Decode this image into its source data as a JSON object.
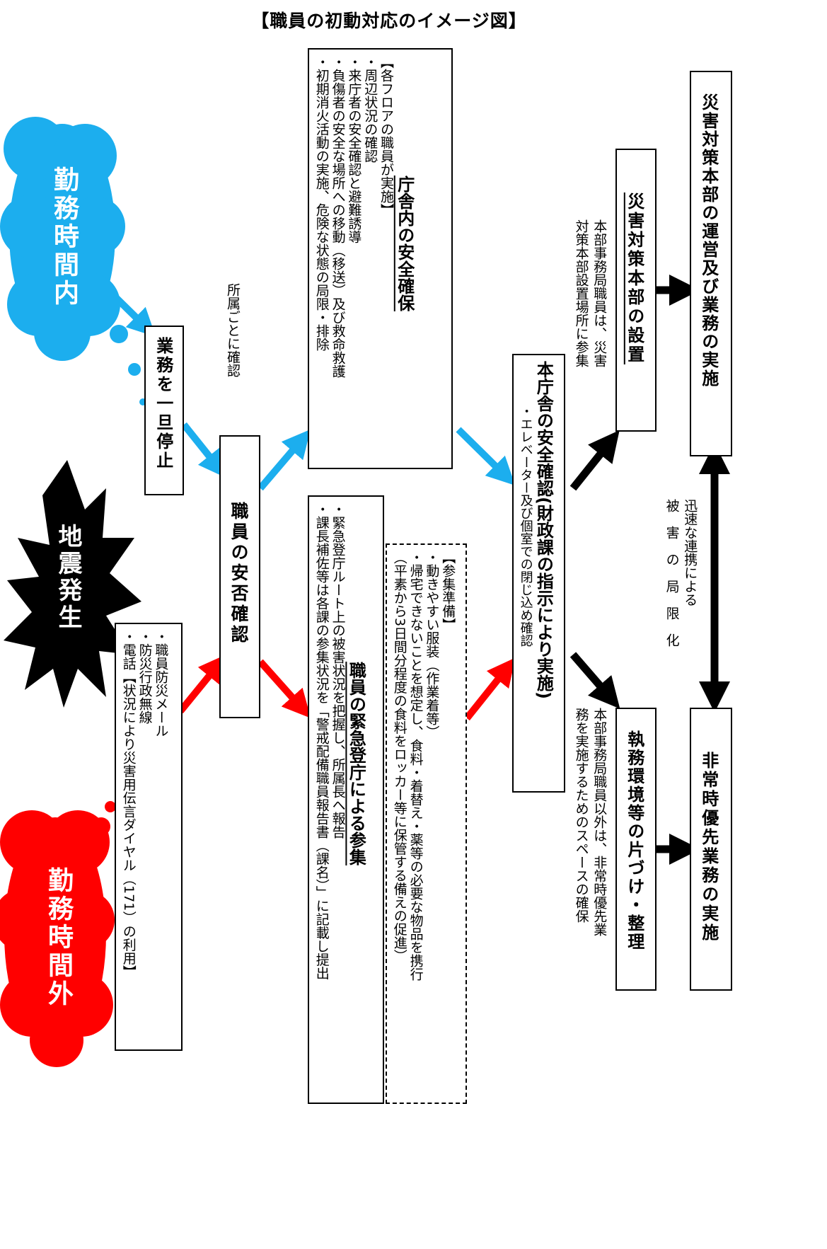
{
  "title": "【職員の初動対応のイメージ図】",
  "labels": {
    "in_hours": "勤務時間内",
    "out_hours": "勤務時間外",
    "earthquake": "地震発生",
    "check_by_dept": "所属ごとに確認",
    "rapid_link": "迅速な連携による",
    "damage_limit": "被　害　の　局　限　化"
  },
  "boxes": {
    "stop_work": "業務を一旦停止",
    "safety_check": "職員の安否確認",
    "contact": {
      "l1": "・職員防災メール",
      "l2": "・防災行政無線",
      "l3": "・電話【状況により災害用伝言ダイヤル（171）の利用】"
    },
    "office_safety": {
      "title": "庁舎内の安全確保",
      "l1": "【各フロアの職員が実施】",
      "l2": "・周辺状況の確認",
      "l3": "・来庁者の安全確認と避難誘導",
      "l4": "・負傷者の安全な場所への移動（移送）及び救命救護",
      "l5": "・初期消火活動の実施、危険な状態の局限・排除"
    },
    "emergency_attend": {
      "title": "職員の緊急登庁による参集",
      "l1": "・緊急登庁ルート上の被害状況を把握し、所属長へ報告",
      "l2": "・課長補佐等は各課の参集状況を「警戒配備職員報告書（課名）」に記載し提出"
    },
    "prep": {
      "l1": "【参集準備】",
      "l2": "・動きやすい服装（作業着等）",
      "l3": "・帰宅できないことを想定し、食料・着替え・薬等の必要な物品を携行",
      "l4": "（平素から3日間分程度の食料をロッカー等に保管する備えの促進）"
    },
    "main_building": {
      "title": "本庁舎の安全確認(財政課の指示により実施)",
      "sub": "・エレベーター及び個室での閉じ込め確認"
    },
    "hq_setup": "災害対策本部の設置",
    "hq_note": {
      "l1": "本部事務局職員は、災害",
      "l2": "対策本部設置場所に参集"
    },
    "cleanup": "執務環境等の片づけ・整理",
    "cleanup_note": {
      "l1": "本部事務局職員以外は、非常時優先業",
      "l2": "務を実施するためのスペースの確保"
    },
    "hq_ops": "災害対策本部の運営及び業務の実施",
    "priority_ops": "非常時優先業務の実施"
  },
  "colors": {
    "blue": "#1CAEEE",
    "red": "#FF0000",
    "black": "#000000"
  }
}
